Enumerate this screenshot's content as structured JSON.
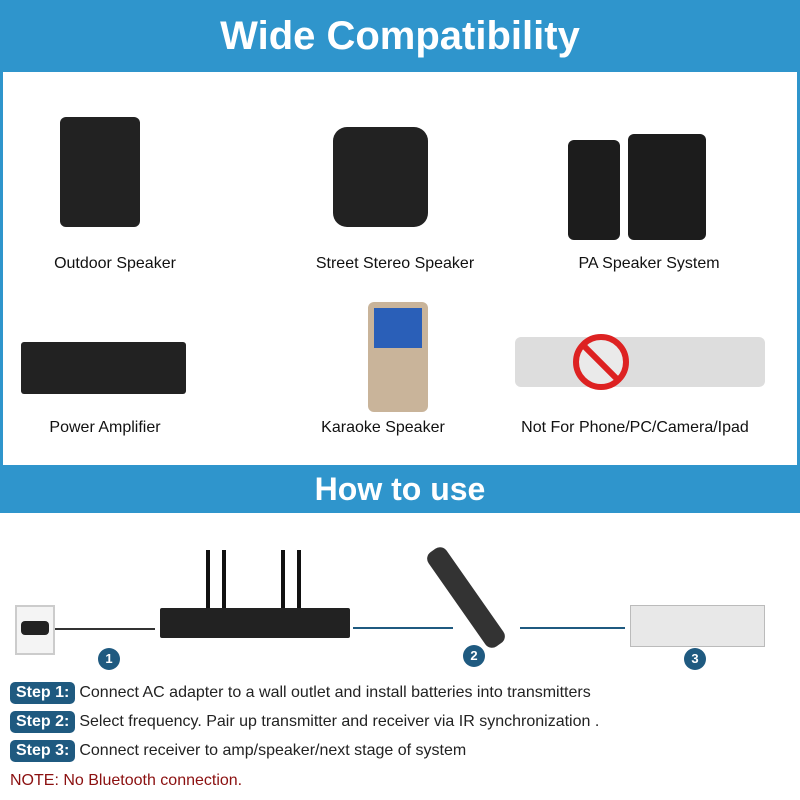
{
  "header": {
    "title": "Wide Compatibility"
  },
  "devices": [
    {
      "label": "Outdoor Speaker"
    },
    {
      "label": "Street Stereo Speaker"
    },
    {
      "label": "PA Speaker System"
    },
    {
      "label": "Power Amplifier"
    },
    {
      "label": "Karaoke Speaker"
    },
    {
      "label": "Not For Phone/PC/Camera/Ipad"
    }
  ],
  "how": {
    "title": "How to use",
    "numbers": [
      "1",
      "2",
      "3"
    ]
  },
  "steps": [
    {
      "badge": "Step 1:",
      "text": "Connect AC adapter to a wall outlet and install batteries into transmitters"
    },
    {
      "badge": "Step 2:",
      "text": "Select frequency. Pair up transmitter and receiver via IR synchronization ."
    },
    {
      "badge": "Step 3:",
      "text": "Connect receiver to amp/speaker/next stage of system"
    }
  ],
  "note": "NOTE: No Bluetooth connection.",
  "colors": {
    "header": "#2f95cc",
    "badge": "#1f5a80",
    "note": "#8b1010"
  }
}
